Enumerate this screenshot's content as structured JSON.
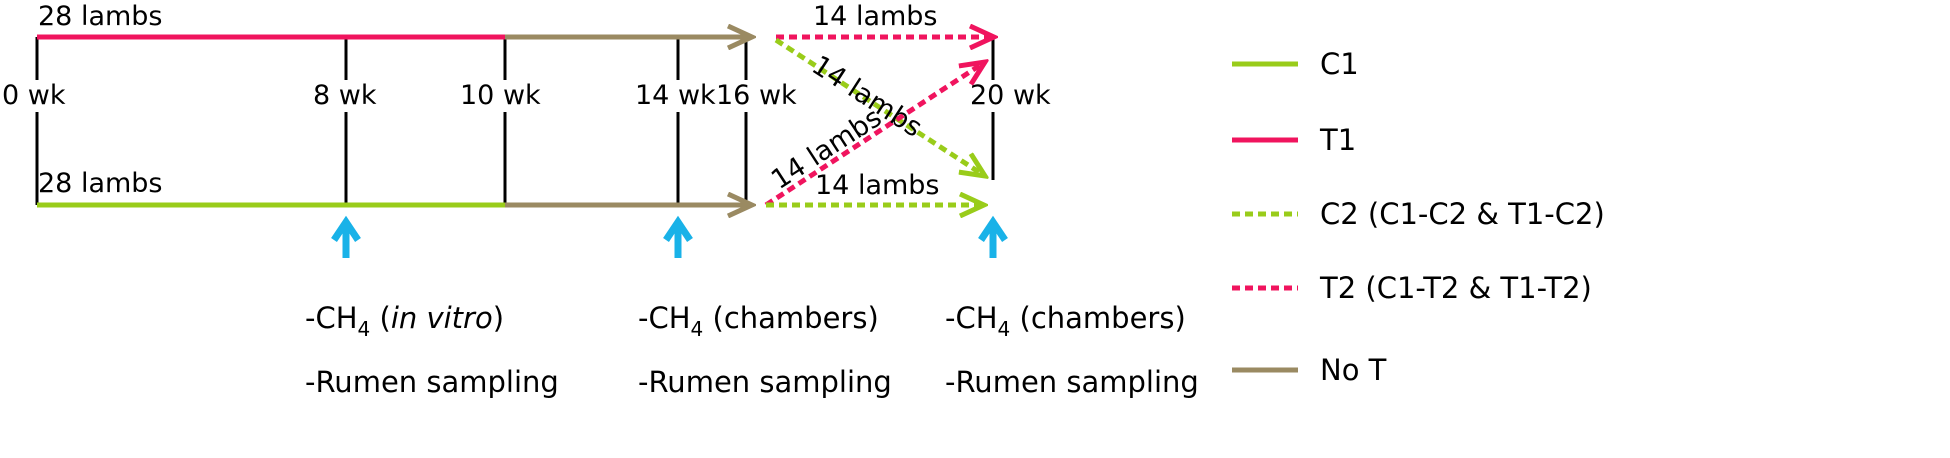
{
  "colors": {
    "c1": "#99cc1a",
    "t1": "#f0145e",
    "no_t": "#9a8a62",
    "arrow_blue": "#19b2e8",
    "tick": "#000000"
  },
  "weeks": {
    "w0": "0 wk",
    "w8": "8 wk",
    "w10": "10 wk",
    "w14": "14 wk",
    "w16": "16 wk",
    "w20": "20 wk"
  },
  "groups": {
    "top": "28 lambs",
    "bottom": "28 lambs"
  },
  "crossover": {
    "t1_to_t2": "14 lambs",
    "t1_to_c2": "14 lambs",
    "c1_to_t2": "14 lambs",
    "c1_to_c2": "14 lambs"
  },
  "sampling": [
    {
      "ch4_prefix": "-CH",
      "ch4_sub": "4",
      "ch4_open": " (",
      "ch4_method": "in vitro",
      "ch4_close": ")",
      "rumen": "-Rumen sampling"
    },
    {
      "ch4_prefix": "-CH",
      "ch4_sub": "4",
      "ch4_open": " (",
      "ch4_method": "chambers",
      "ch4_close": ")",
      "rumen": "-Rumen sampling"
    },
    {
      "ch4_prefix": "-CH",
      "ch4_sub": "4",
      "ch4_open": " (",
      "ch4_method": "chambers",
      "ch4_close": ")",
      "rumen": "-Rumen sampling"
    }
  ],
  "legend": {
    "c1": "C1",
    "t1": "T1",
    "c2": "C2 (C1-C2 & T1-C2)",
    "t2": "T2 (C1-T2 & T1-T2)",
    "no_t": "No T"
  }
}
